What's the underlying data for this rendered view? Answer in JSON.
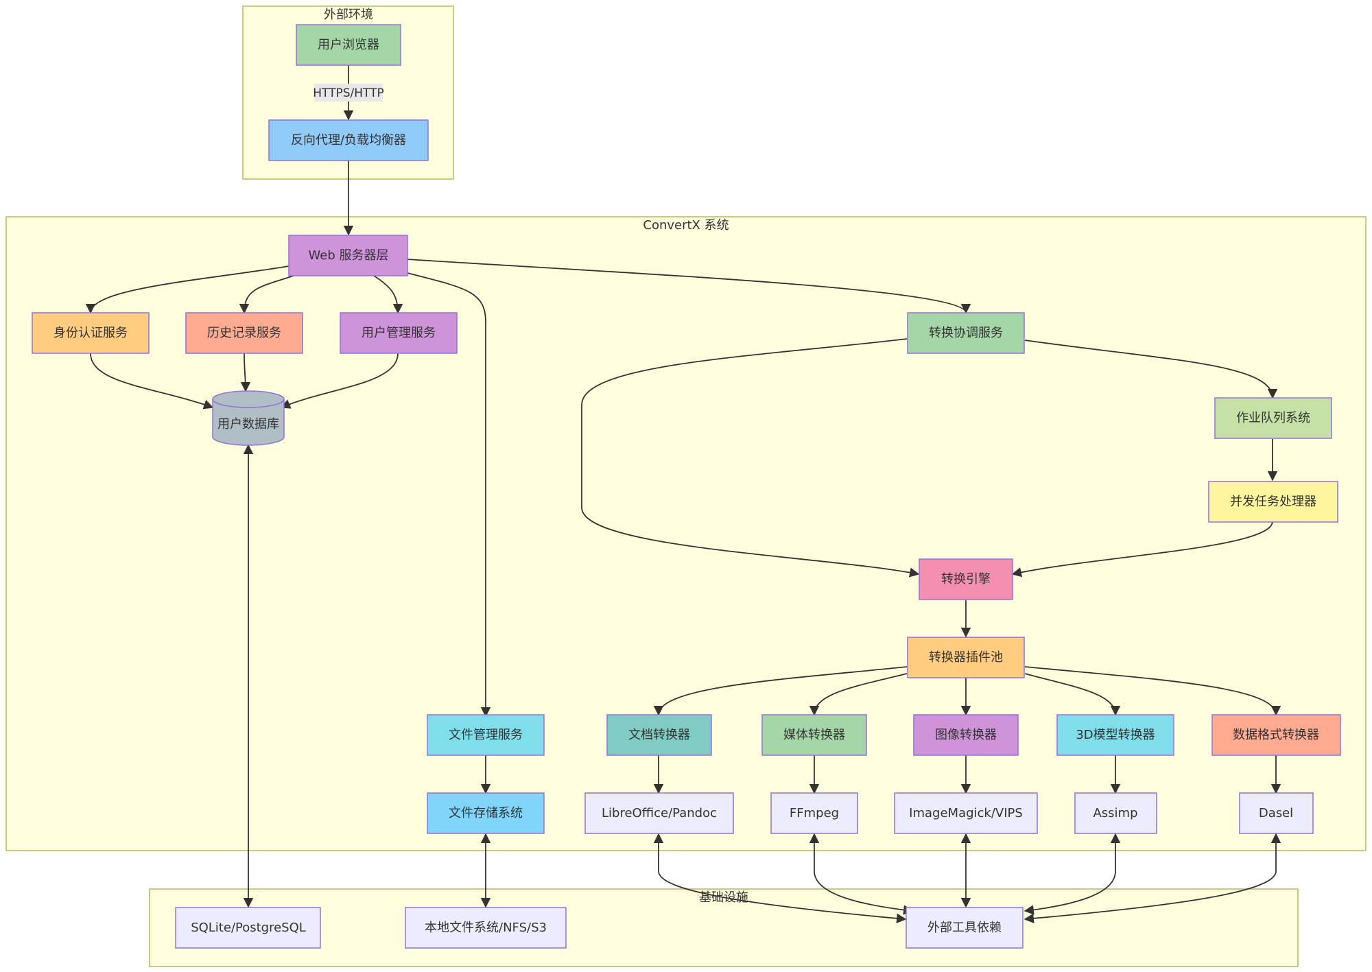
{
  "clusters": {
    "external": {
      "title": "外部环境"
    },
    "system": {
      "title": "ConvertX 系统"
    },
    "infra": {
      "title": "基础设施"
    }
  },
  "nodes": {
    "browser": {
      "label": "用户浏览器",
      "color": "#a5d6a7"
    },
    "proxy": {
      "label": "反向代理/负载均衡器",
      "color": "#90caf9"
    },
    "web": {
      "label": "Web 服务器层",
      "color": "#ce93d8"
    },
    "auth": {
      "label": "身份认证服务",
      "color": "#ffcc80"
    },
    "history": {
      "label": "历史记录服务",
      "color": "#ffab91"
    },
    "usermgmt": {
      "label": "用户管理服务",
      "color": "#ce93d8"
    },
    "userdb": {
      "label": "用户数据库",
      "color": "#b0bec5"
    },
    "coord": {
      "label": "转换协调服务",
      "color": "#a5d6a7"
    },
    "queue": {
      "label": "作业队列系统",
      "color": "#c5e1a5"
    },
    "concurrent": {
      "label": "并发任务处理器",
      "color": "#fff59d"
    },
    "engine": {
      "label": "转换引擎",
      "color": "#f48fb1"
    },
    "pool": {
      "label": "转换器插件池",
      "color": "#ffcc80"
    },
    "filemgmt": {
      "label": "文件管理服务",
      "color": "#80deea"
    },
    "filestore": {
      "label": "文件存储系统",
      "color": "#81d4fa"
    },
    "docconv": {
      "label": "文档转换器",
      "color": "#80cbc4"
    },
    "mediaconv": {
      "label": "媒体转换器",
      "color": "#a5d6a7"
    },
    "imgconv": {
      "label": "图像转换器",
      "color": "#ce93d8"
    },
    "modelconv": {
      "label": "3D模型转换器",
      "color": "#80deea"
    },
    "dataconv": {
      "label": "数据格式转换器",
      "color": "#ffab91"
    },
    "libreoffice": {
      "label": "LibreOffice/Pandoc",
      "color": "#ececff"
    },
    "ffmpeg": {
      "label": "FFmpeg",
      "color": "#ececff"
    },
    "imagemagick": {
      "label": "ImageMagick/VIPS",
      "color": "#ececff"
    },
    "assimp": {
      "label": "Assimp",
      "color": "#ececff"
    },
    "dasel": {
      "label": "Dasel",
      "color": "#ececff"
    },
    "sqlite": {
      "label": "SQLite/PostgreSQL",
      "color": "#ececff"
    },
    "localfs": {
      "label": "本地文件系统/NFS/S3",
      "color": "#ececff"
    },
    "exttools": {
      "label": "外部工具依赖",
      "color": "#ececff"
    }
  },
  "edges": {
    "browser_proxy": {
      "label": "HTTPS/HTTP"
    }
  }
}
